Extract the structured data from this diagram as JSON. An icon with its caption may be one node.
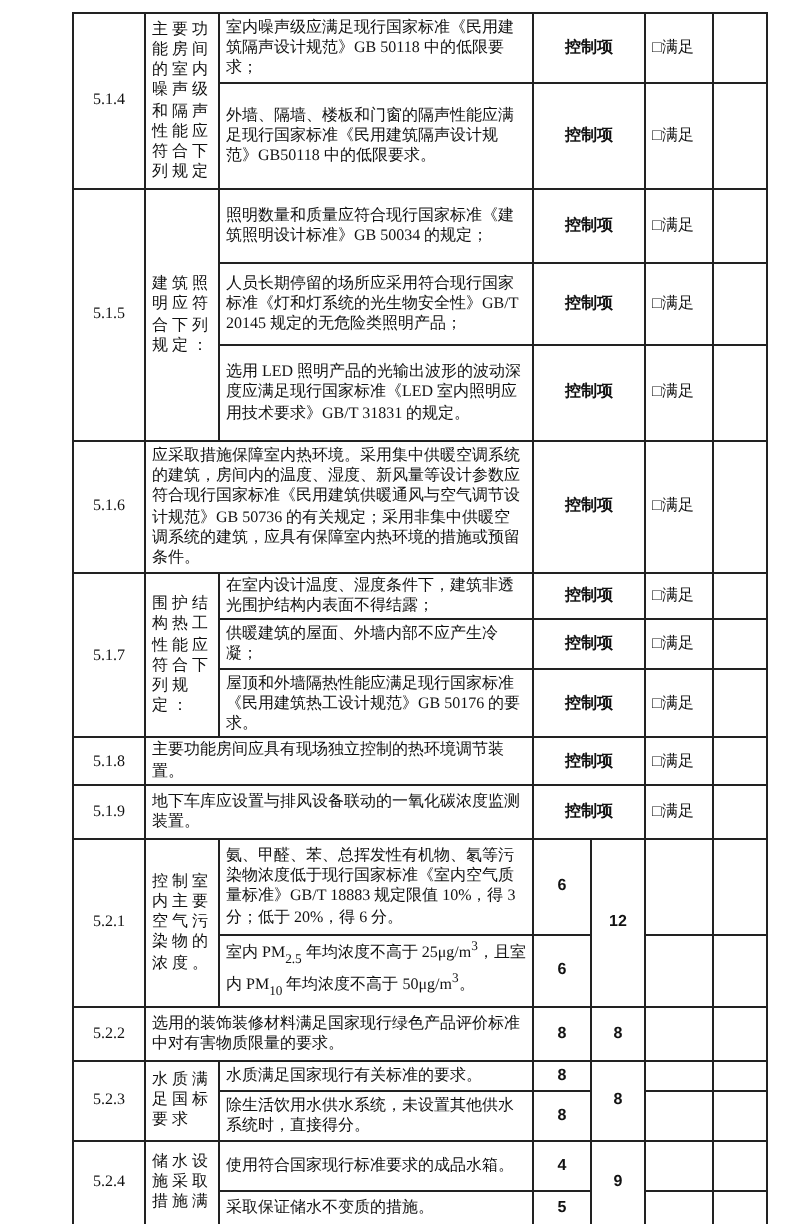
{
  "diagram": {
    "labels": [
      "5.1.4",
      "主要功能房间的室内噪声级和隔声性能应符合下列规定",
      "室内噪声级应满足现行国家标准《民用建筑隔声设计规范》GB 50118 中的低限要求；",
      "控制项",
      "□满足",
      "外墙、隔墙、楼板和门窗的隔声性能应满足现行国家标准《民用建筑隔声设计规范》GB50118 中的低限要求。",
      "控制项",
      "□满足",
      "5.1.5",
      "建筑照明应符合下列规定：",
      "照明数量和质量应符合现行国家标准《建筑照明设计标准》GB 50034 的规定；",
      "控制项",
      "□满足",
      "人员长期停留的场所应采用符合现行国家标准《灯和灯系统的光生物安全性》GB/T 20145 规定的无危险类照明产品；",
      "控制项",
      "□满足",
      "选用 LED 照明产品的光输出波形的波动深度应满足现行国家标准《LED 室内照明应用技术要求》GB/T 31831 的规定。",
      "控制项",
      "□满足",
      "5.1.6",
      "应采取措施保障室内热环境。采用集中供暖空调系统的建筑，房间内的温度、湿度、新风量等设计参数应符合现行国家标准《民用建筑供暖通风与空气调节设计规范》GB 50736 的有关规定；采用非集中供暖空调系统的建筑，应具有保障室内热环境的措施或预留条件。",
      "控制项",
      "□满足",
      "5.1.7",
      "围护结构热工性能应符合下列规定：",
      "在室内设计温度、湿度条件下，建筑非透光围护结构内表面不得结露；",
      "控制项",
      "□满足",
      "供暖建筑的屋面、外墙内部不应产生冷凝；",
      "控制项",
      "□满足",
      "屋顶和外墙隔热性能应满足现行国家标准《民用建筑热工设计规范》GB 50176 的要求。",
      "控制项",
      "□满足",
      "5.1.8",
      "主要功能房间应具有现场独立控制的热环境调节装置。",
      "控制项",
      "□满足",
      "5.1.9",
      "地下车库应设置与排风设备联动的一氧化碳浓度监测装置。",
      "控制项",
      "□满足",
      "5.2.1",
      "控制室内主要空气污染物的浓度。",
      "氨、甲醛、苯、总挥发性有机物、氡等污染物浓度低于现行国家标准《室内空气质量标准》GB/T 18883 规定限值 10%，得 3 分；低于 20%，得 6 分。",
      "6",
      "12",
      "室内 PM$_{2.5}$ 年均浓度不高于 25μg/m$^{3}$，且室内 PM$_{10}$ 年均浓度不高于 50μg/m$^{3}$。",
      "6",
      "5.2.2",
      "选用的装饰装修材料满足国家现行绿色产品评价标准中对有害物质限量的要求。",
      "8",
      "8",
      "5.2.3",
      "水质满足国标要求",
      "水质满足国家现行有关标准的要求。",
      "8",
      "8",
      "除生活饮用水供水系统，未设置其他供水系统时，直接得分。",
      "8",
      "5.2.4",
      "储水设施采取措施满",
      "使用符合国家现行标准要求的成品水箱。",
      "4",
      "9",
      "采取保证储水不变质的措施。",
      "5"
    ]
  }
}
